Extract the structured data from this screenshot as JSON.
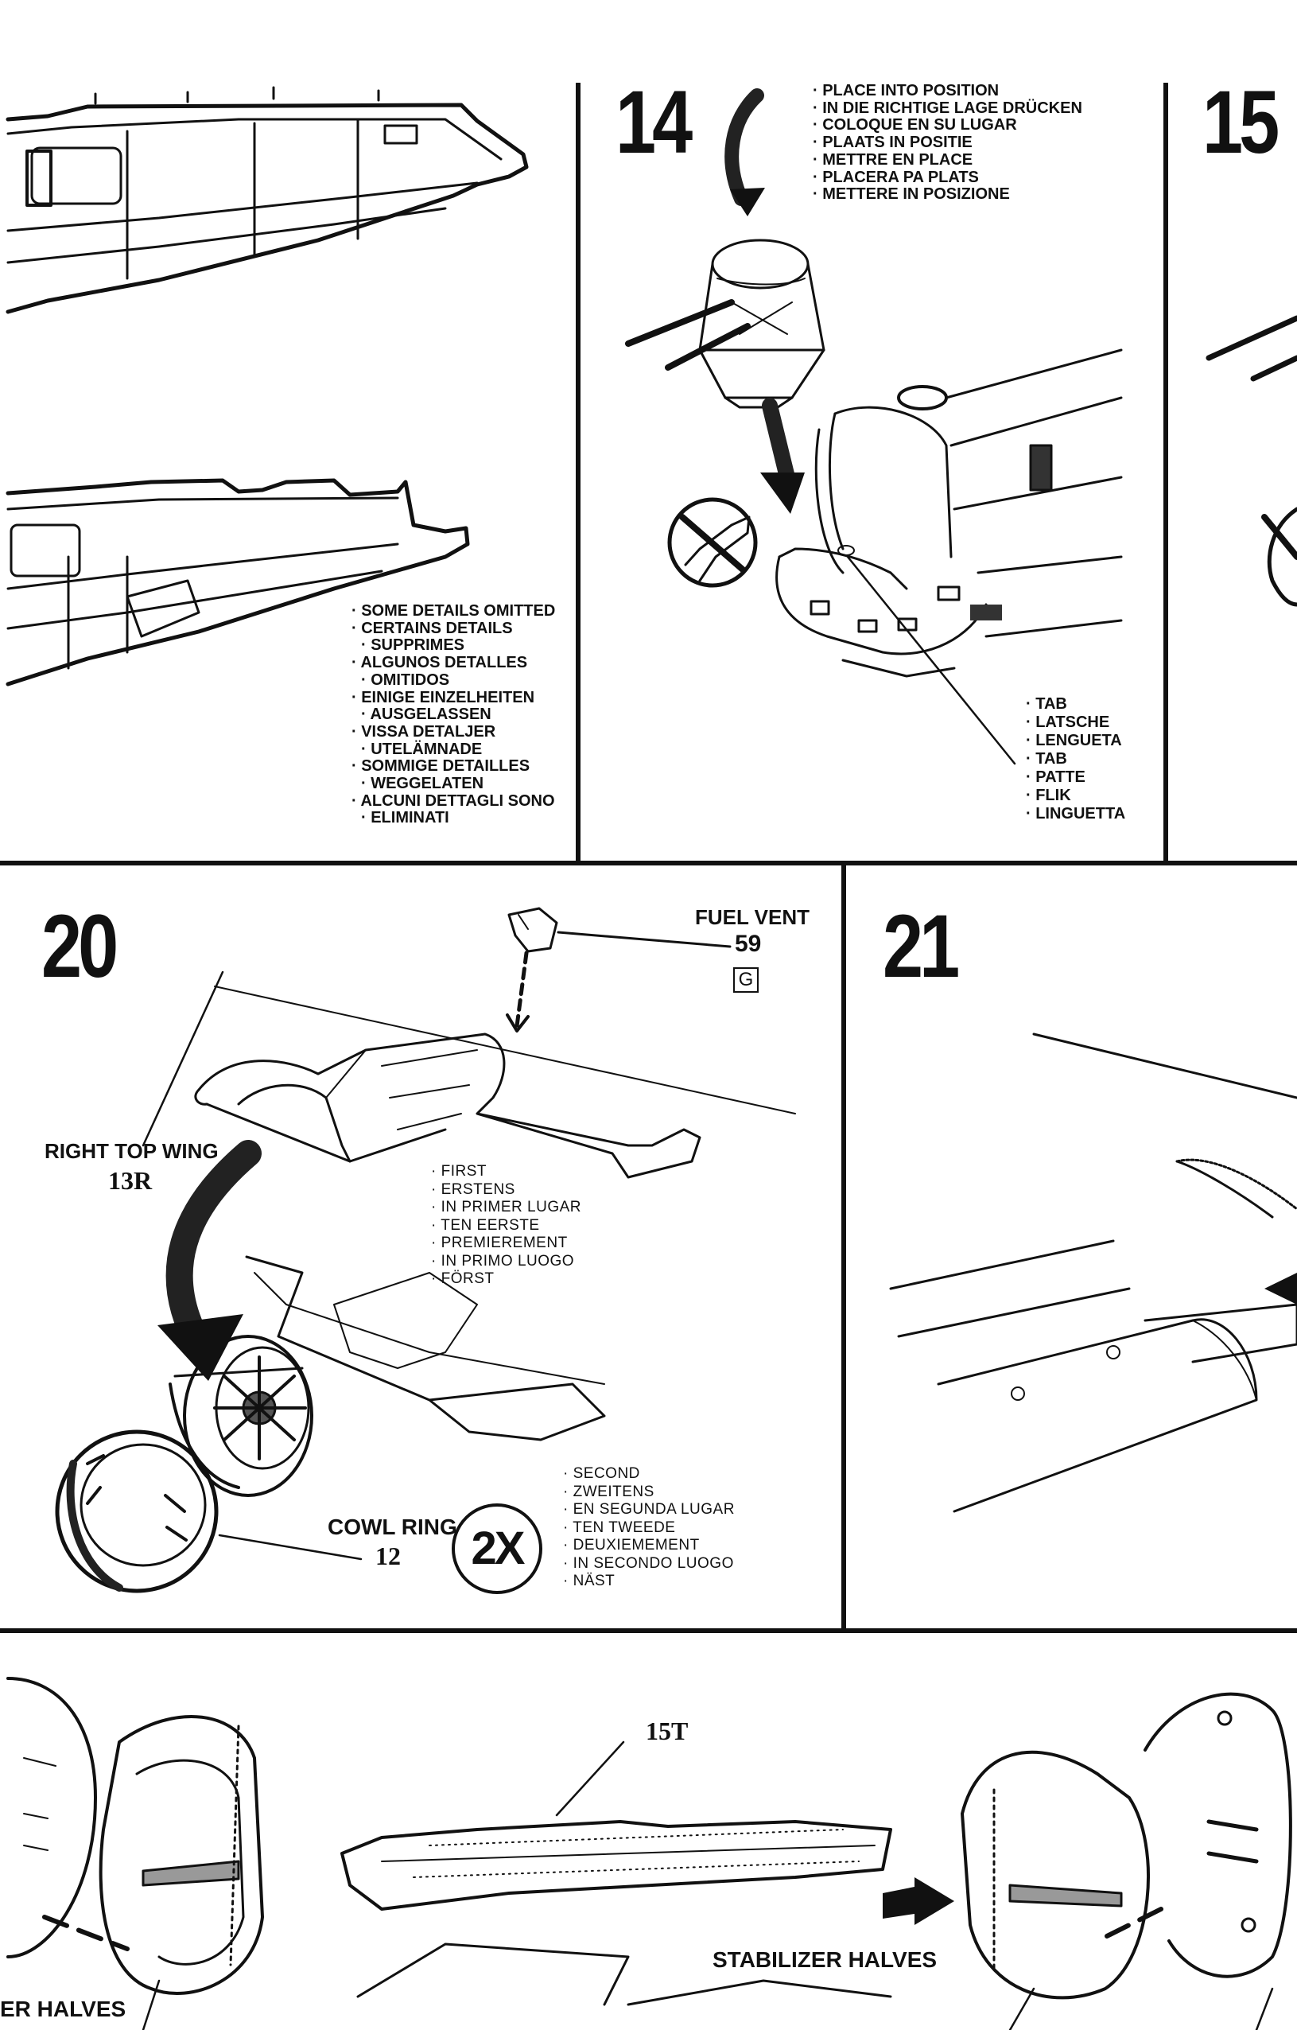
{
  "steps": {
    "s14": {
      "number": "14"
    },
    "s15": {
      "number": "15"
    },
    "s20": {
      "number": "20"
    },
    "s21": {
      "number": "21"
    }
  },
  "notes": {
    "details_omitted": [
      "SOME DETAILS OMITTED",
      "CERTAINS DETAILS",
      "SUPPRIMES",
      "ALGUNOS DETALLES",
      "OMITIDOS",
      "EINIGE EINZELHEITEN",
      "AUSGELASSEN",
      "VISSA DETALJER",
      "UTELÄMNADE",
      "SOMMIGE DETAILLES",
      "WEGGELATEN",
      "ALCUNI DETTAGLI SONO",
      "ELIMINATI"
    ],
    "place_into_position": [
      "PLACE INTO POSITION",
      "IN DIE RICHTIGE LAGE DRÜCKEN",
      "COLOQUE EN SU LUGAR",
      "PLAATS IN POSITIE",
      "METTRE EN PLACE",
      "PLACERA PA PLATS",
      "METTERE IN POSIZIONE"
    ],
    "tab": [
      "TAB",
      "LATSCHE",
      "LENGUETA",
      "TAB",
      "PATTE",
      "FLIK",
      "LINGUETTA"
    ],
    "first": [
      "FIRST",
      "ERSTENS",
      "IN PRIMER LUGAR",
      "TEN EERSTE",
      "PREMIEREMENT",
      "IN PRIMO LUOGO",
      "FÖRST"
    ],
    "second": [
      "SECOND",
      "ZWEITENS",
      "EN SEGUNDA LUGAR",
      "TEN TWEEDE",
      "DEUXIEMEMENT",
      "IN SECONDO LUOGO",
      "NÄST"
    ]
  },
  "parts": {
    "fuel_vent": {
      "label": "FUEL VENT",
      "number": "59",
      "sprue": "G"
    },
    "right_top_wing": {
      "label": "RIGHT TOP WING",
      "number": "13R"
    },
    "cowl_ring": {
      "label": "COWL RING",
      "number": "12",
      "quantity": "2X"
    },
    "wing_15t": {
      "number": "15T"
    },
    "stabilizer": {
      "label": "STABILIZER HALVES"
    },
    "stabilizer_left_partial": {
      "label": "ER HALVES"
    }
  },
  "icons": [
    "curved-arrow-icon",
    "straight-arrow-icon",
    "no-glue-icon",
    "drop-arrow-icon"
  ]
}
